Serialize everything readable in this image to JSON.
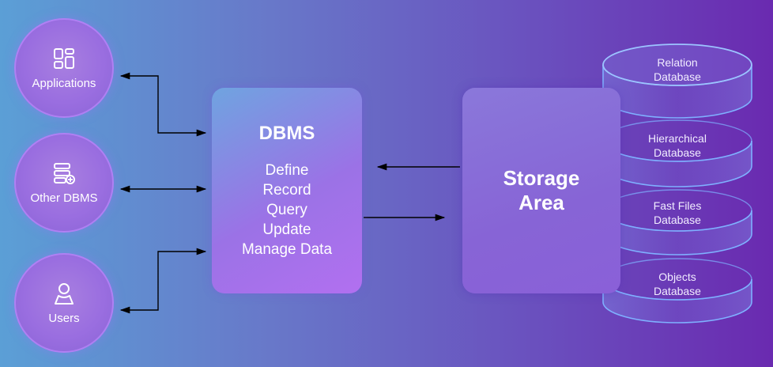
{
  "sources": [
    {
      "label": "Applications",
      "icon": "applications-icon"
    },
    {
      "label": "Other DBMS",
      "icon": "server-add-icon"
    },
    {
      "label": "Users",
      "icon": "user-icon"
    }
  ],
  "dbms": {
    "title": "DBMS",
    "functions": [
      "Define",
      "Record",
      "Query",
      "Update",
      "Manage Data"
    ]
  },
  "storage": {
    "title_line1": "Storage",
    "title_line2": "Area"
  },
  "databases": [
    {
      "line1": "Relation",
      "line2": "Database"
    },
    {
      "line1": "Hierarchical",
      "line2": "Database"
    },
    {
      "line1": "Fast Files",
      "line2": "Database"
    },
    {
      "line1": "Objects",
      "line2": "Database"
    }
  ],
  "colors": {
    "arrow": "#000000",
    "circle_border": "#be8cff",
    "disk_stroke": "#7fb0ff"
  }
}
